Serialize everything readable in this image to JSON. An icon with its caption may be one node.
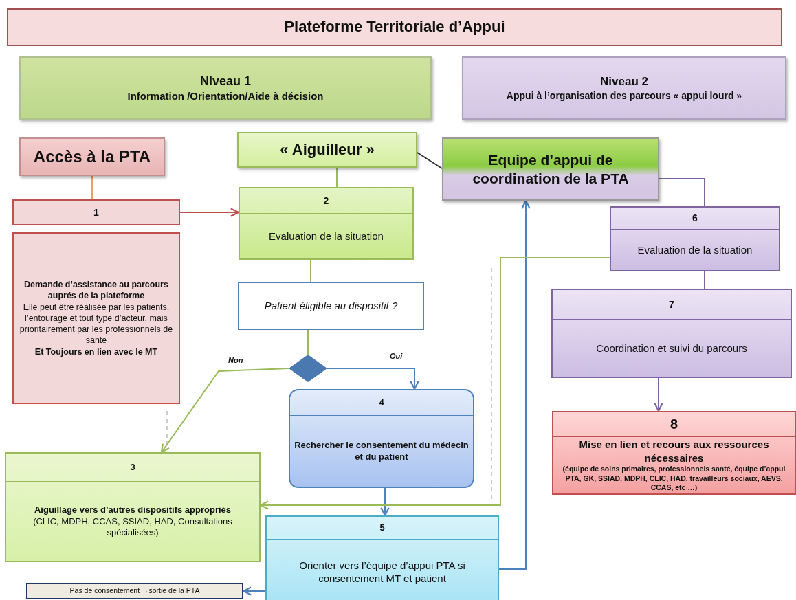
{
  "diagram": {
    "nodes": [
      {
        "text": [
          "Plateforme Territoriale d’Appui"
        ]
      },
      {
        "text": [
          "Niveau 1",
          "Information /Orientation/Aide à décision"
        ]
      },
      {
        "text": [
          "Niveau 2",
          "Appui à l’organisation des parcours « appui lourd »"
        ]
      },
      {
        "text": [
          "Accès à la PTA"
        ]
      },
      {
        "text": [
          "1",
          "Demande d’assistance au parcours auprés de la plateforme",
          "Elle peut être réalisée par les patients, l’entourage et tout type d’acteur, mais prioritairement par les professionnels de sante",
          "Et Toujours en lien avec le MT"
        ]
      },
      {
        "text": [
          "« Aiguilleur »"
        ]
      },
      {
        "text": [
          "Equipe d’appui de coordination de la PTA"
        ]
      },
      {
        "text": [
          "2",
          "Evaluation de la situation"
        ]
      },
      {
        "text": [
          "Patient éligible au dispositif ?"
        ]
      },
      {
        "text": [],
        "shape": "diamond"
      },
      {
        "text": [
          "4",
          "Rechercher le consentement du médecin et du patient"
        ]
      },
      {
        "text": [
          "3",
          "Aiguillage vers d’autres dispositifs appropriés",
          "(CLIC, MDPH, CCAS, SSIAD, HAD, Consultations spécialisées)"
        ]
      },
      {
        "text": [
          "5",
          "Orienter vers l’équipe d’appui PTA si consentement MT et patient"
        ]
      },
      {
        "text": [
          "Pas de consentement →sortie de la PTA"
        ]
      },
      {
        "text": [
          "6",
          "Evaluation de la situation"
        ]
      },
      {
        "text": [
          "7",
          "Coordination et suivi du parcours"
        ]
      },
      {
        "text": [
          "8",
          "Mise en lien et recours aux ressources nécessaires",
          "(équipe de soins primaires, professionnels santé, équipe d’appui PTA, GK, SSIAD, MDPH, CLIC, HAD, travailleurs sociaux, AEVS, CCAS, etc …)"
        ]
      }
    ],
    "edges": [
      {
        "from": 3,
        "to": 4,
        "arrow": "none",
        "color": "#f0a060"
      },
      {
        "from": 4,
        "to": 7,
        "arrow": "to",
        "color": "#c0504d"
      },
      {
        "from": 5,
        "to": 7,
        "arrow": "none",
        "color": "#9bbb59"
      },
      {
        "from": 5,
        "to": 6,
        "arrow": "none",
        "color": "#333333"
      },
      {
        "from": 7,
        "to": 8,
        "arrow": "none",
        "color": "#9bbb59"
      },
      {
        "from": 8,
        "to": 9,
        "arrow": "none",
        "color": "#9bbb59"
      },
      {
        "from": 9,
        "to": 11,
        "arrow": "to",
        "label": "Non",
        "color": "#9bbb59"
      },
      {
        "from": 9,
        "to": 10,
        "arrow": "to",
        "label": "Oui",
        "color": "#4f81bd"
      },
      {
        "from": 10,
        "to": 12,
        "arrow": "to",
        "color": "#4f81bd"
      },
      {
        "from": 12,
        "to": 6,
        "arrow": "to",
        "color": "#4f81bd"
      },
      {
        "from": 14,
        "to": 11,
        "arrow": "to",
        "color": "#9bbb59"
      },
      {
        "from": 6,
        "to": 14,
        "arrow": "none",
        "color": "#8064a2"
      },
      {
        "from": 14,
        "to": 15,
        "arrow": "none",
        "color": "#8064a2"
      },
      {
        "from": 15,
        "to": 16,
        "arrow": "to",
        "color": "#8064a2"
      },
      {
        "from": 12,
        "to": 13,
        "arrow": "to",
        "color": "#4f81bd"
      }
    ]
  }
}
